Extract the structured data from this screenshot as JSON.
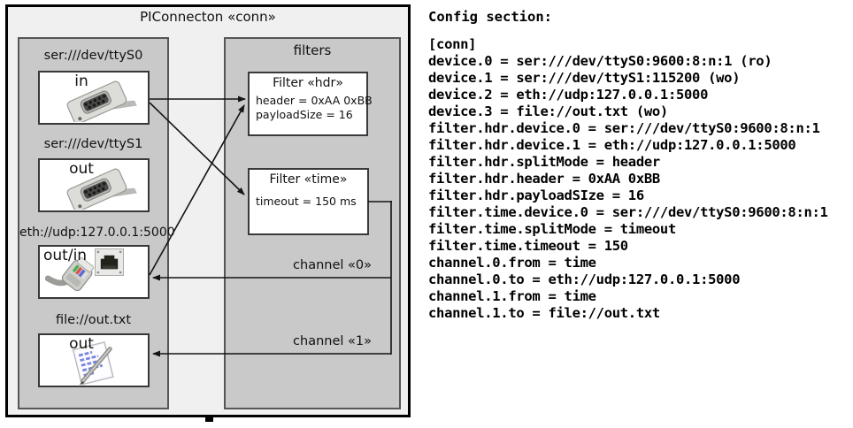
{
  "diagram": {
    "title": "PIConnecton «conn»",
    "devices": [
      {
        "label": "ser:///dev/ttyS0",
        "port": "in",
        "icon": "serial-connector"
      },
      {
        "label": "ser:///dev/ttyS1",
        "port": "out",
        "icon": "serial-connector"
      },
      {
        "label": "eth://udp:127.0.0.1:5000",
        "port": "out/in",
        "icon": "ethernet-jack-and-cable"
      },
      {
        "label": "file://out.txt",
        "port": "out",
        "icon": "notepad-pen"
      }
    ],
    "filters_title": "filters",
    "filters": [
      {
        "title": "Filter «hdr»",
        "lines": [
          "header = 0xAA 0xBB",
          "payloadSize = 16"
        ]
      },
      {
        "title": "Filter «time»",
        "lines": [
          "timeout = 150 ms"
        ]
      }
    ],
    "channels": [
      {
        "label": "channel «0»"
      },
      {
        "label": "channel «1»"
      }
    ]
  },
  "config": {
    "heading": "Config section:",
    "lines": [
      "[conn]",
      "device.0 = ser:///dev/ttyS0:9600:8:n:1 (ro)",
      "device.1 = ser:///dev/ttyS1:115200 (wo)",
      "device.2 = eth://udp:127.0.0.1:5000",
      "device.3 = file://out.txt (wo)",
      "filter.hdr.device.0 = ser:///dev/ttyS0:9600:8:n:1",
      "filter.hdr.device.1 = eth://udp:127.0.0.1:5000",
      "filter.hdr.splitMode = header",
      "filter.hdr.header = 0xAA 0xBB",
      "filter.hdr.payloadSIze = 16",
      "filter.time.device.0 = ser:///dev/ttyS0:9600:8:n:1",
      "filter.time.splitMode = timeout",
      "filter.time.timeout = 150",
      "channel.0.from = time",
      "channel.0.to = eth://udp:127.0.0.1:5000",
      "channel.1.from = time",
      "channel.1.to = file://out.txt"
    ]
  },
  "colors": {
    "diagram_bg": "#f0f0f0",
    "panel_bg": "#c9c9c9",
    "panel_border": "#55555a",
    "box_border": "#38383c",
    "wire": "#141414"
  }
}
